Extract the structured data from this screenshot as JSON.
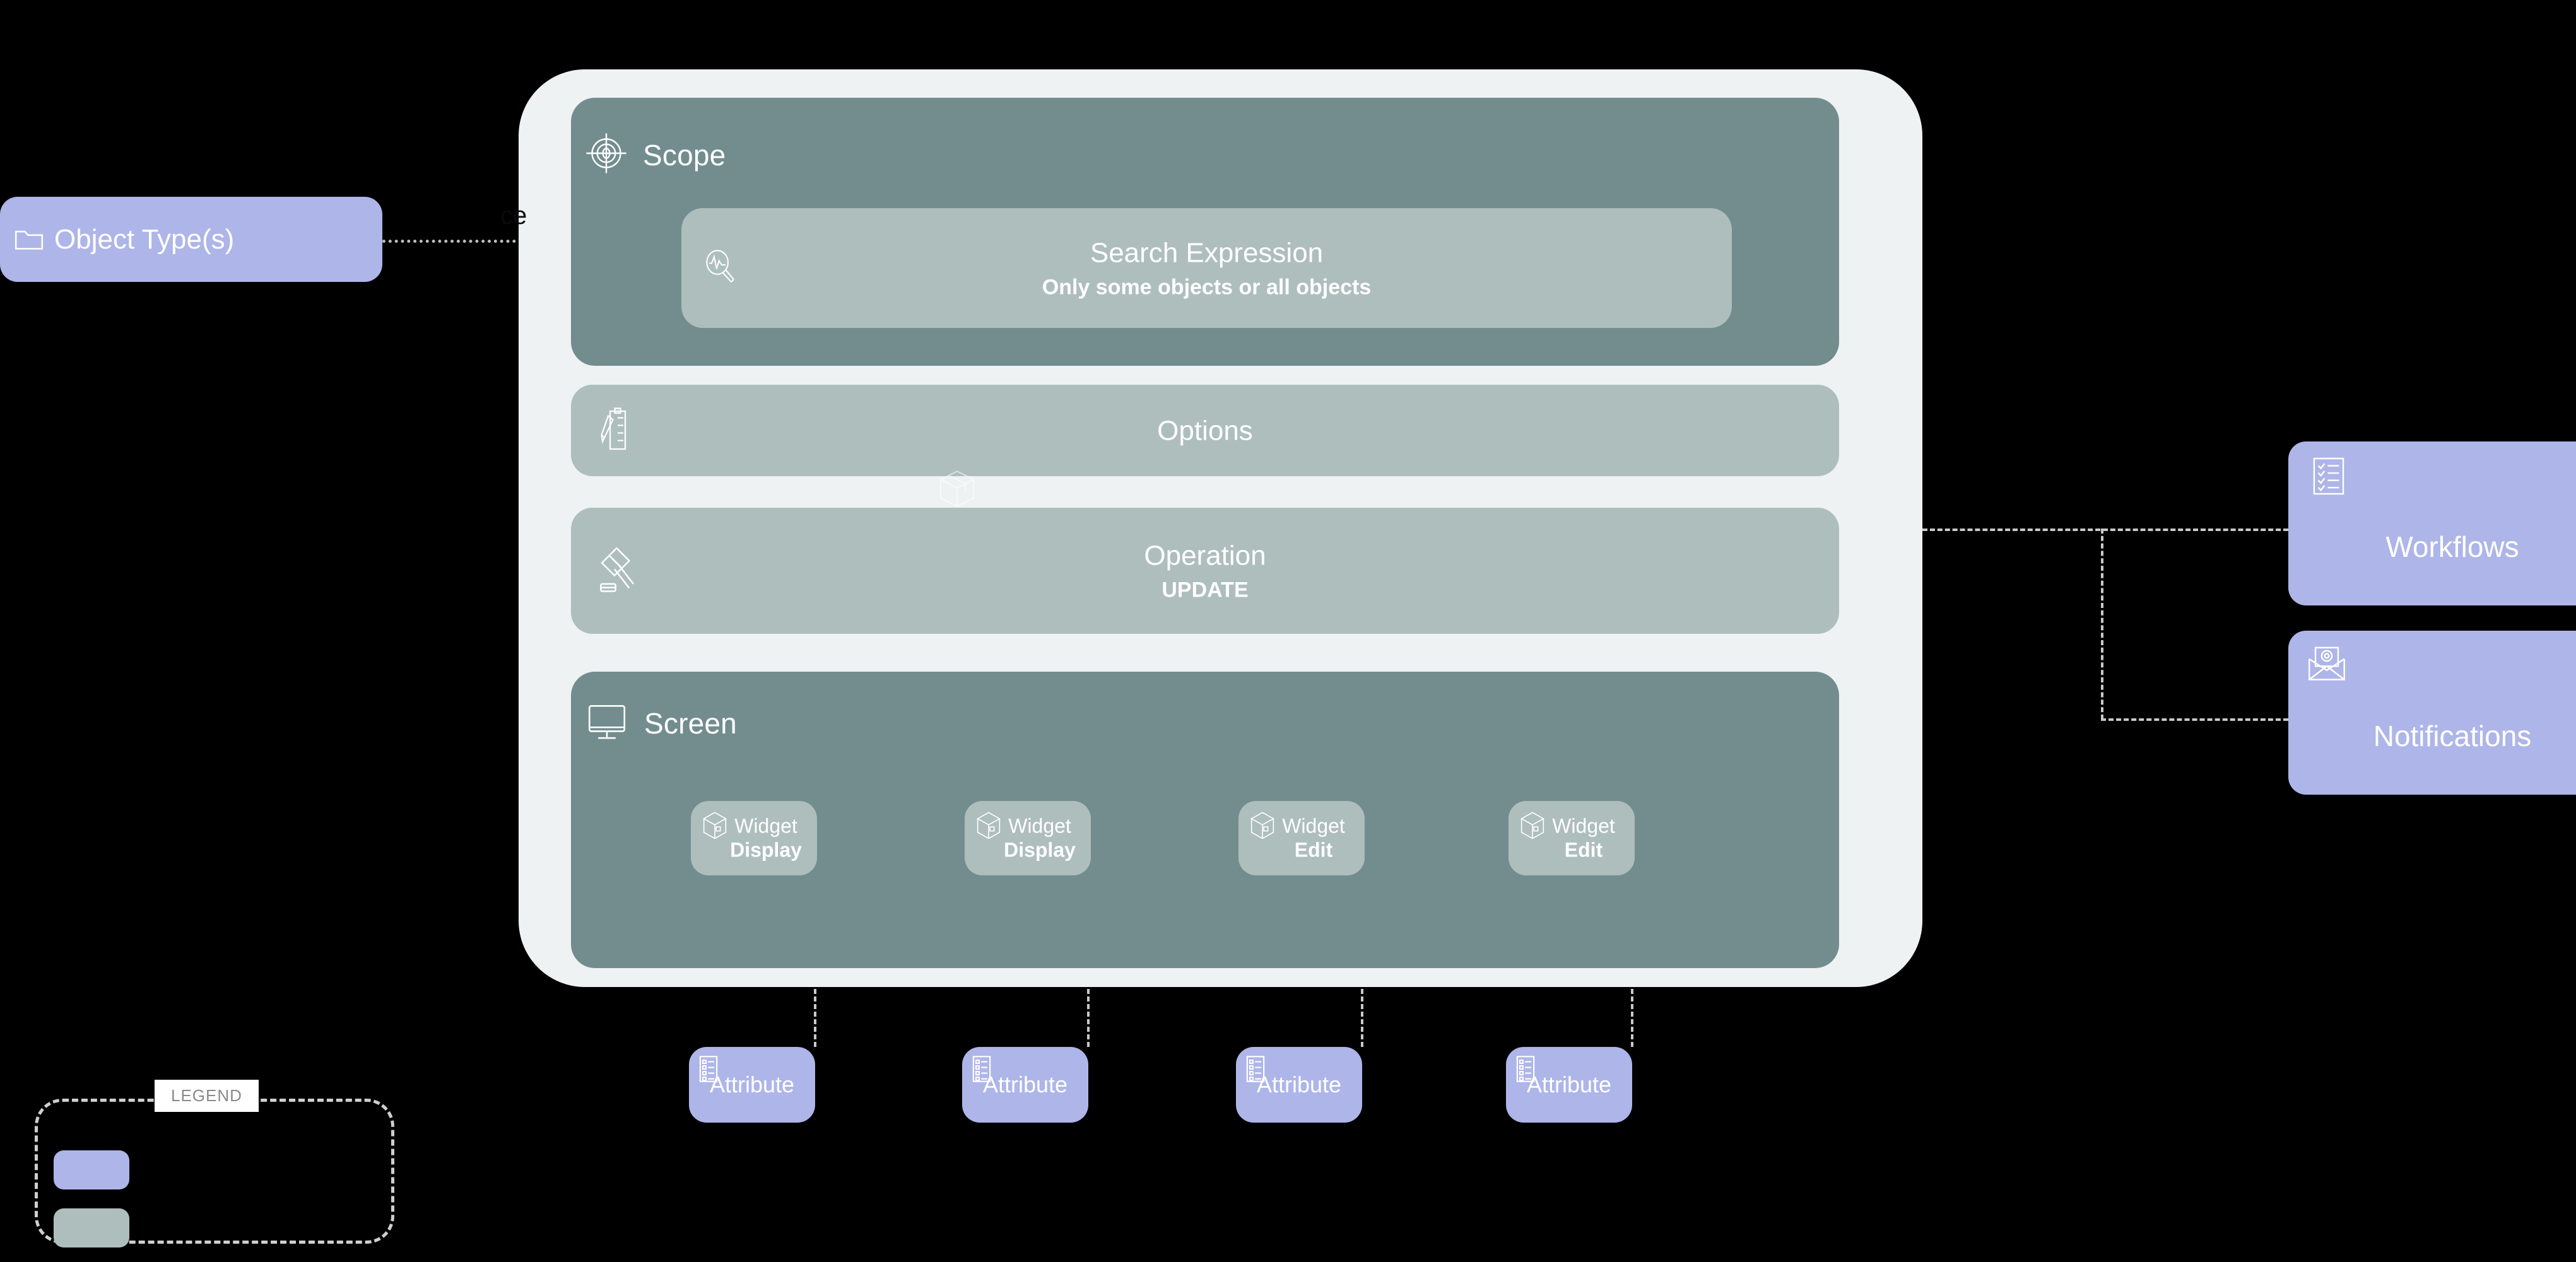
{
  "diagram": {
    "edge_label": "ce",
    "container": {
      "sections": [
        {
          "id": "scope",
          "title": "Scope",
          "icon": "target-crosshair-icon",
          "tone": "dark",
          "rows": [
            {
              "id": "search-expression",
              "icon": "magnifier-pulse-icon",
              "primary": "Search Expression",
              "secondary": "Only some objects or all objects"
            }
          ]
        },
        {
          "id": "options",
          "icon": "clipboard-pen-icon",
          "tone": "light",
          "primary": "Options",
          "secondary": ""
        },
        {
          "id": "operation",
          "icon": "gavel-icon",
          "tone": "light",
          "primary": "Operation",
          "secondary": "UPDATE"
        },
        {
          "id": "screen",
          "title": "Screen",
          "icon": "monitor-icon",
          "tone": "dark",
          "widgets": [
            {
              "icon": "package-box-icon",
              "label": "Widget",
              "mode": "Display"
            },
            {
              "icon": "package-box-icon",
              "label": "Widget",
              "mode": "Display"
            },
            {
              "icon": "package-box-icon",
              "label": "Widget",
              "mode": "Edit"
            },
            {
              "icon": "package-box-icon",
              "label": "Widget",
              "mode": "Edit"
            }
          ]
        }
      ],
      "decor_icon": "package-box-icon"
    },
    "left_entities": [
      {
        "id": "object-types",
        "label": "Object Type(s)",
        "icon": "folder-icon"
      }
    ],
    "right_entities": [
      {
        "id": "workflows",
        "label": "Workflows",
        "icon": "checklist-icon"
      },
      {
        "id": "notifications",
        "label": "Notifications",
        "icon": "envelope-at-icon"
      }
    ],
    "bottom_entities": [
      {
        "id": "attribute-1",
        "label": "Attribute",
        "icon": "attribute-list-icon"
      },
      {
        "id": "attribute-2",
        "label": "Attribute",
        "icon": "attribute-list-icon"
      },
      {
        "id": "attribute-3",
        "label": "Attribute",
        "icon": "attribute-list-icon"
      },
      {
        "id": "attribute-4",
        "label": "Attribute",
        "icon": "attribute-list-icon"
      }
    ],
    "legend": {
      "title": "LEGEND",
      "items": [
        {
          "color": "#aeb5e8",
          "label": ""
        },
        {
          "color": "#aebebc",
          "label": ""
        }
      ]
    },
    "colors": {
      "background": "#000000",
      "card": "#eef2f3",
      "panel_dark": "#738d8f",
      "panel_light": "#aebebc",
      "entity_purple": "#aeb5e8",
      "connector": "#c9c9c9",
      "text_on_panel": "#ffffff",
      "legend_title": "#8a8a8a"
    }
  }
}
